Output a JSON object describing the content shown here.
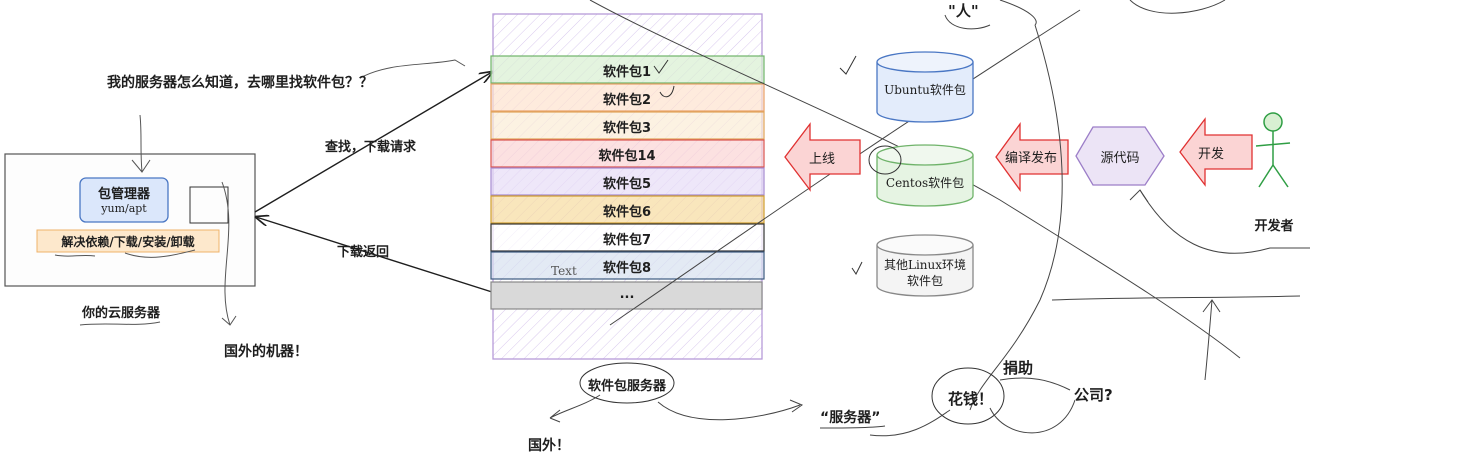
{
  "server": {
    "pkg_manager_title": "包管理器",
    "pkg_manager_sub": "yum/apt",
    "functions": "解决依赖/下载/安装/卸载",
    "caption": "你的云服务器"
  },
  "labels": {
    "question": "我的服务器怎么知道，去哪里找软件包？？",
    "request": "查找，下载请求",
    "download_return": "下载返回",
    "foreign_machine": "国外的机器！",
    "text_stray": "Text",
    "pkg_server": "软件包服务器",
    "foreign": "国外！",
    "server_quote": "“服务器”",
    "spend_money": "花钱！",
    "donate": "捐助",
    "company": "公司?",
    "person": "\"人\"",
    "online": "上线",
    "compile_publish": "编译发布",
    "source_code": "源代码",
    "develop": "开发",
    "developer": "开发者"
  },
  "packages": [
    "软件包1",
    "软件包2",
    "软件包3",
    "软件包14",
    "软件包5",
    "软件包6",
    "软件包7",
    "软件包8",
    "..."
  ],
  "repos": {
    "ubuntu": "Ubuntu软件包",
    "centos": "Centos软件包",
    "other_line1": "其他Linux环境",
    "other_line2": "软件包"
  },
  "colors": {
    "blue": "#4a77c4",
    "orange": "#f08c00",
    "red": "#e03131",
    "green": "#2f9e44",
    "purple": "#9c7ec8",
    "gray": "#868e96",
    "dark": "#1e1e1e"
  }
}
